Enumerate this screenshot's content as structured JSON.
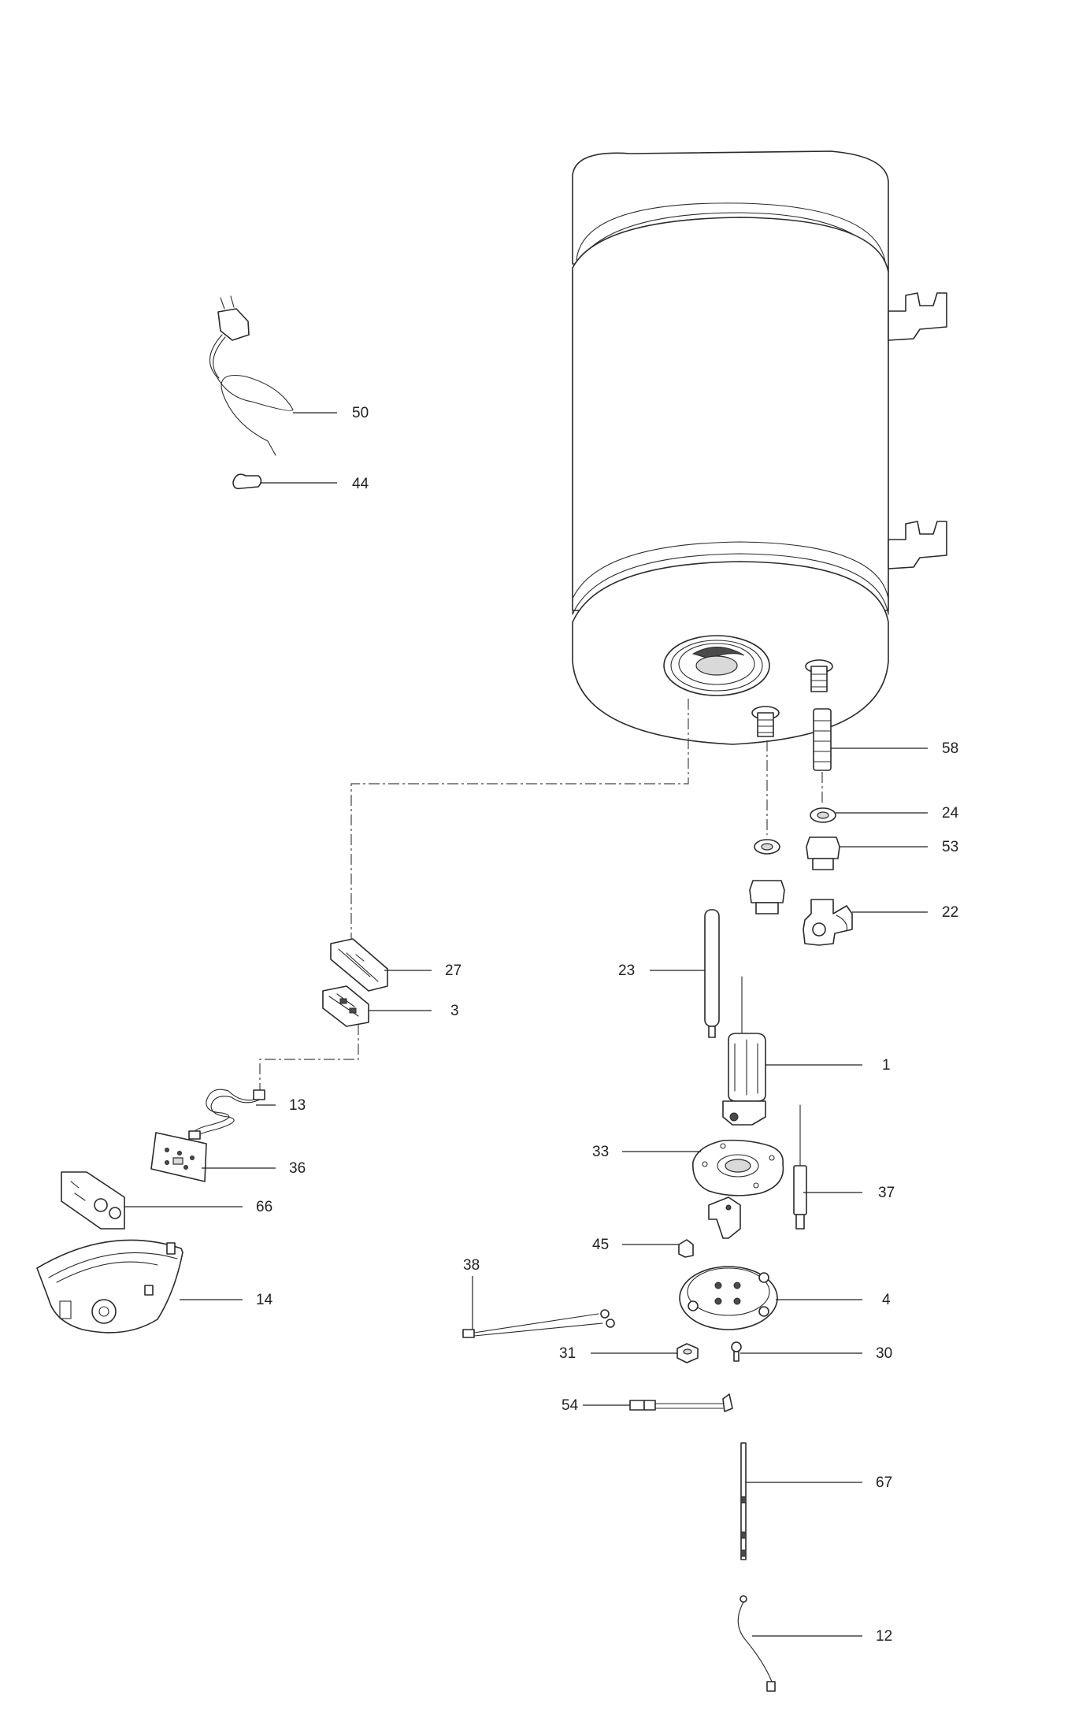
{
  "diagram": {
    "part_labels": [
      "50",
      "44",
      "58",
      "24",
      "53",
      "22",
      "27",
      "3",
      "23",
      "1",
      "13",
      "36",
      "33",
      "37",
      "66",
      "45",
      "14",
      "38",
      "4",
      "31",
      "30",
      "54",
      "67",
      "12"
    ]
  }
}
